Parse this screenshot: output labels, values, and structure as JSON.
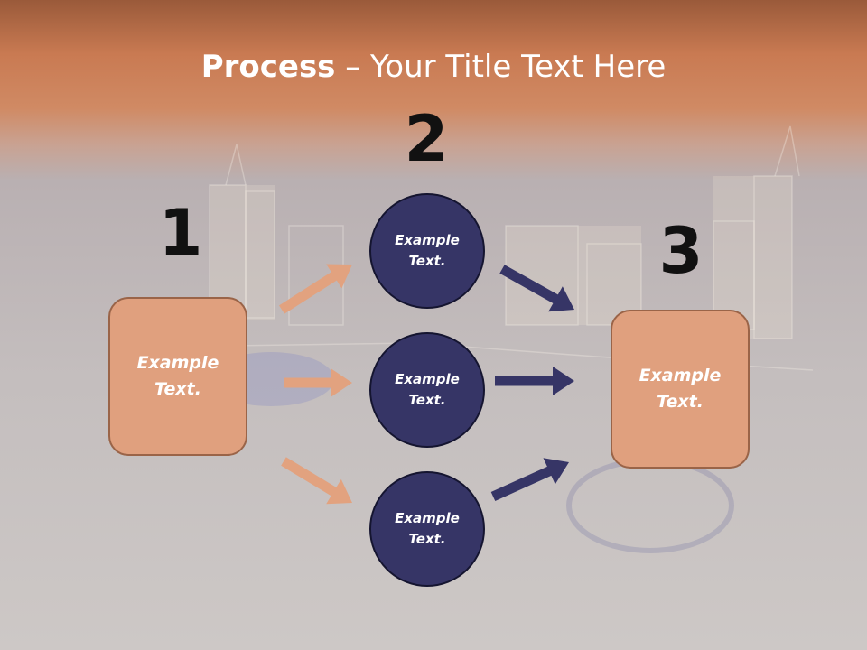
{
  "slide": {
    "title_bold": "Process",
    "title_rest": " – Your Title Text Here"
  },
  "steps": [
    {
      "number": "1",
      "text_line1": "Example",
      "text_line2": "Text."
    },
    {
      "number": "2"
    },
    {
      "number": "3",
      "text_line1": "Example",
      "text_line2": "Text."
    }
  ],
  "circles": [
    {
      "text_line1": "Example",
      "text_line2": "Text."
    },
    {
      "text_line1": "Example",
      "text_line2": "Text."
    },
    {
      "text_line1": "Example",
      "text_line2": "Text."
    }
  ],
  "colors": {
    "box_fill": "#e0a07e",
    "circle_fill": "#363566",
    "arrow_left": "#e2a27f",
    "arrow_right": "#363566",
    "header_band": "#c97a52"
  }
}
